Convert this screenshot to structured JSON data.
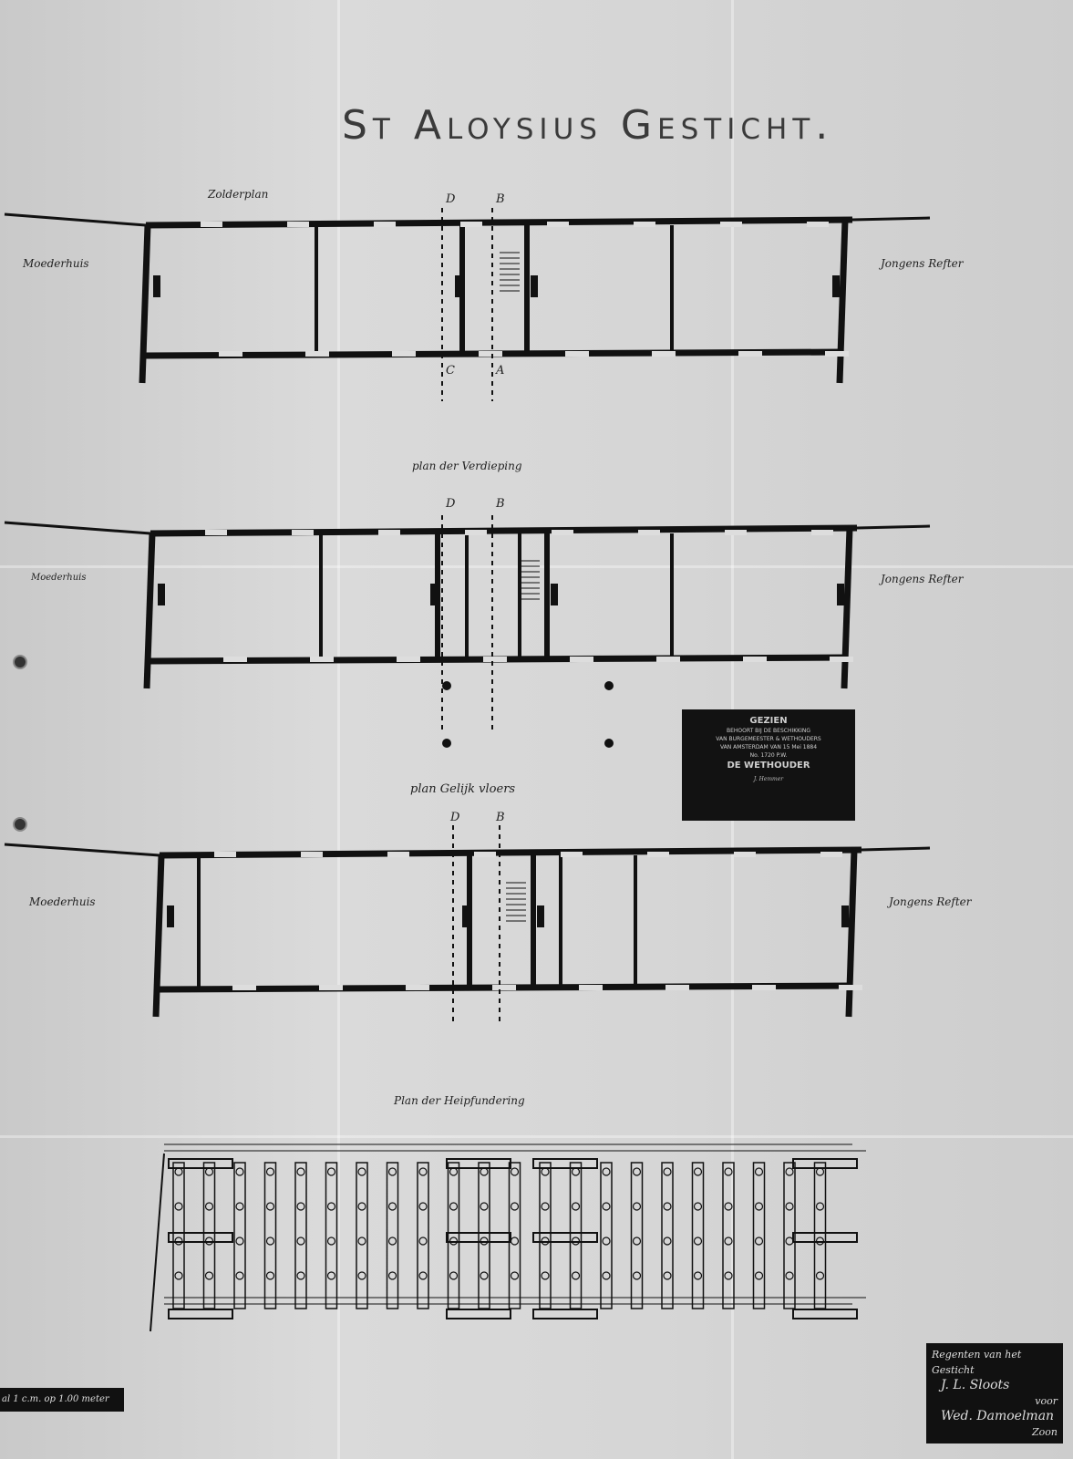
{
  "title": "St Aloysius Gesticht.",
  "plans": {
    "attic": {
      "label": "Zolderplan",
      "left_label": "Moederhuis",
      "right_label": "Jongens Refter"
    },
    "upper": {
      "label": "plan der Verdieping",
      "left_label": "Moederhuis",
      "right_label": "Jongens Refter"
    },
    "ground": {
      "label": "plan Gelijk vloers",
      "left_label": "Moederhuis",
      "right_label": "Jongens Refter"
    },
    "foundation": {
      "label": "Plan der Heipfundering"
    }
  },
  "section_markers": [
    "A",
    "B",
    "C",
    "D"
  ],
  "stamp": {
    "heading": "GEZIEN",
    "line1": "BEHOORT BIJ DE BESCHIKKING",
    "line2": "VAN BURGEMEESTER & WETHOUDERS",
    "line3": "VAN AMSTERDAM VAN 15 Mei 1884",
    "number": "No. 1720 P.W.",
    "office": "DE WETHOUDER",
    "signature": "J. Hemmer"
  },
  "signature_block": {
    "line1": "Regenten van het Gesticht",
    "line2": "J. L. Sloots",
    "line3": "voor",
    "line4": "Wed. Damoelman",
    "line5": "Zoon"
  },
  "scale": "al 1 c.m. op 1.00 meter"
}
